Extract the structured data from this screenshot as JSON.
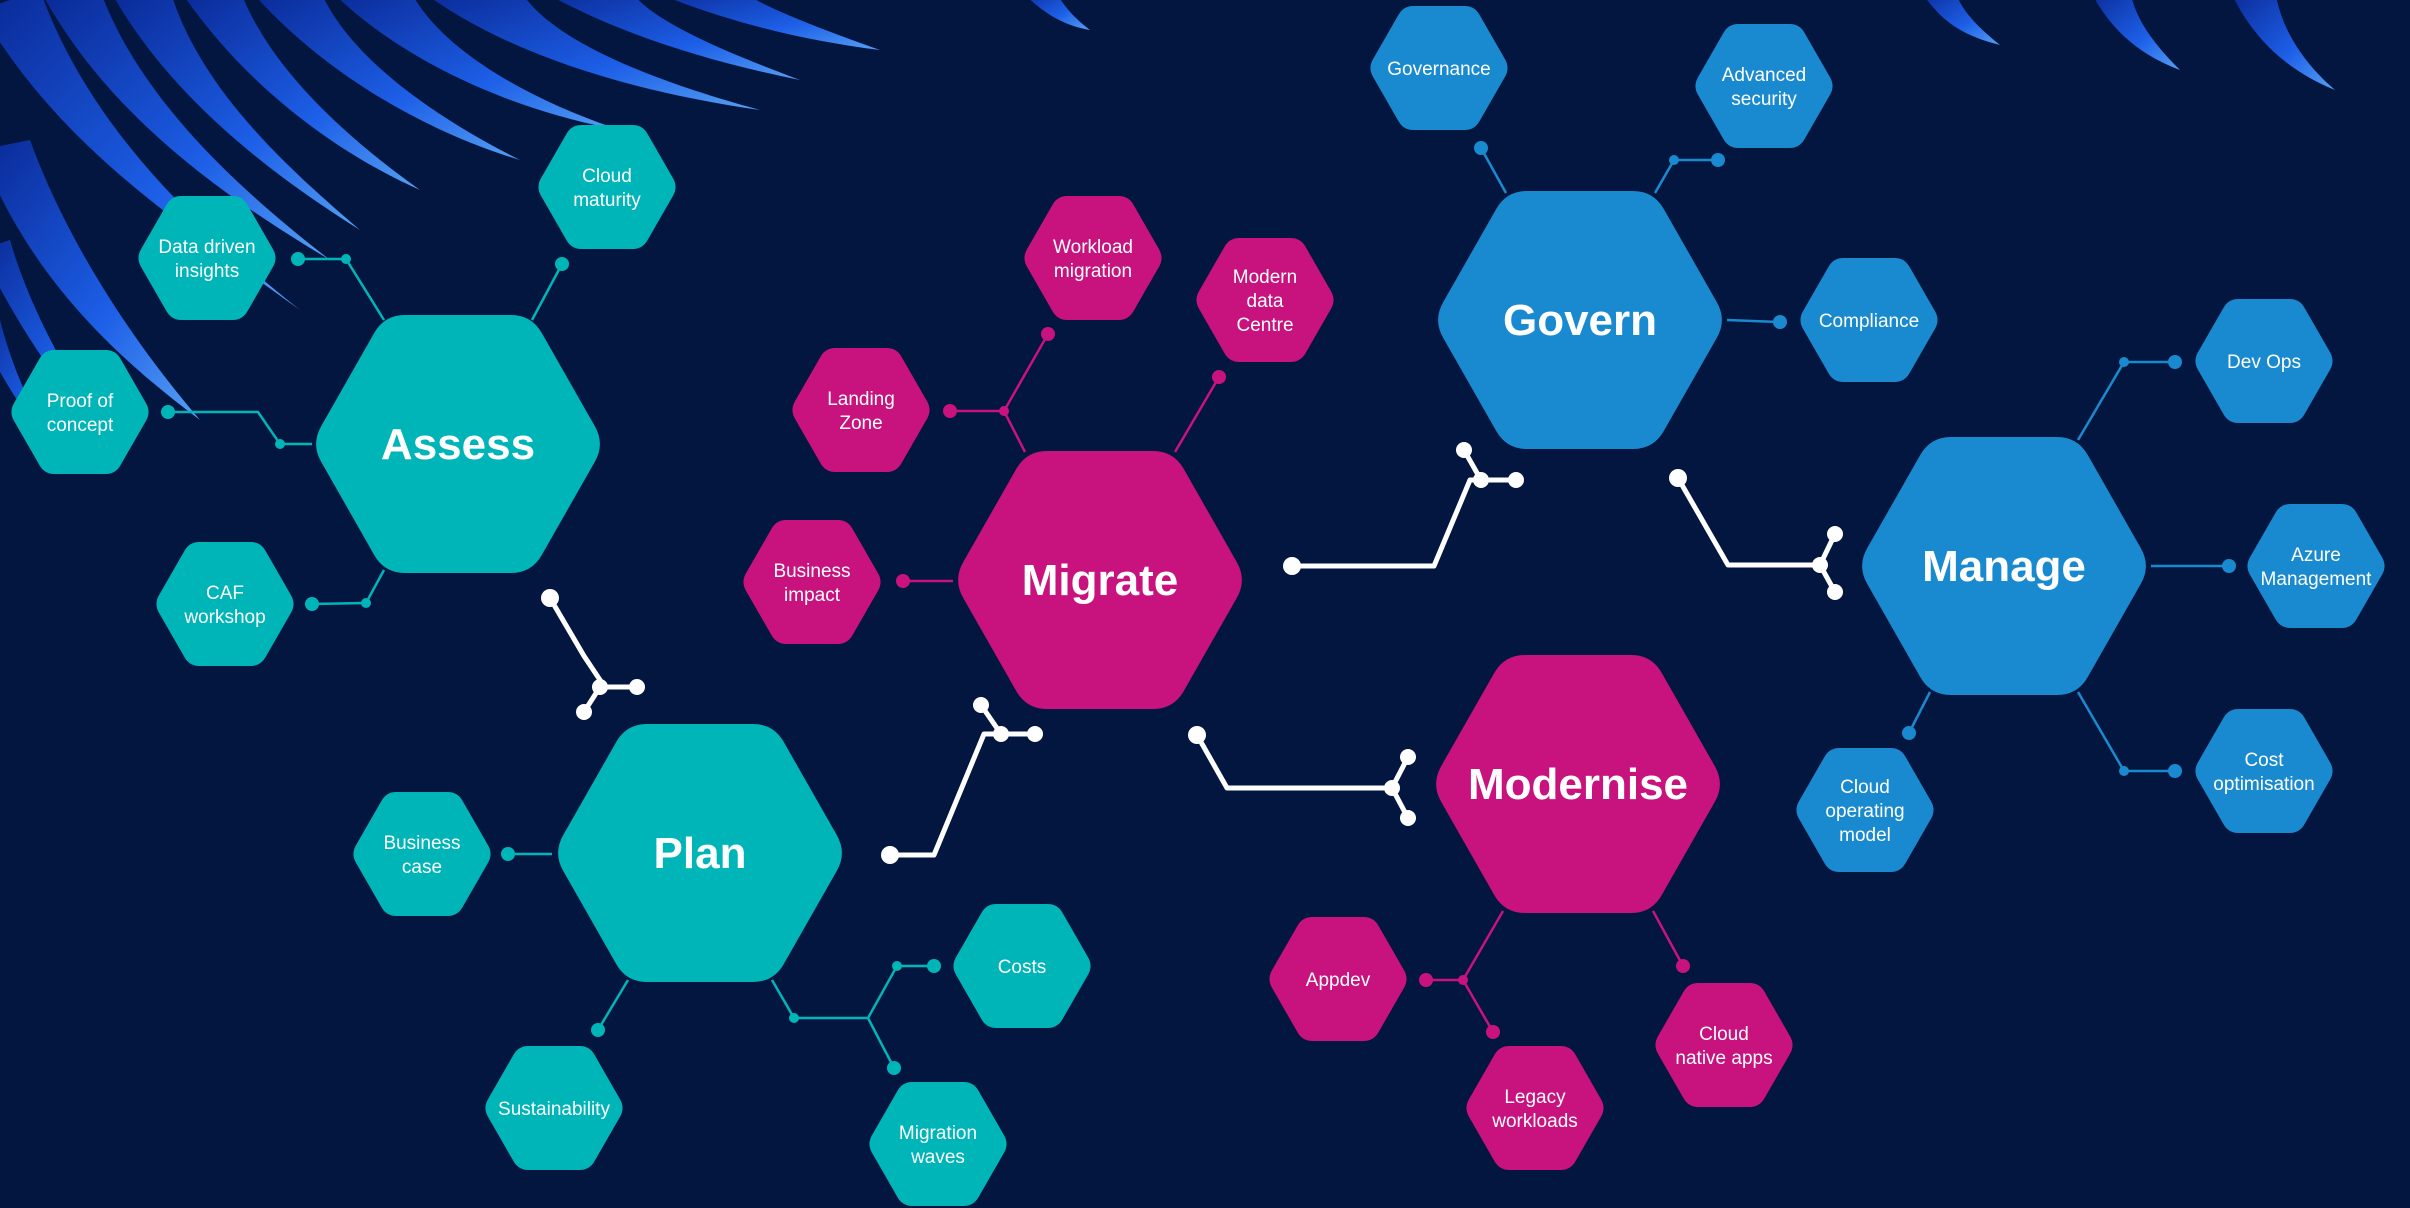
{
  "colors": {
    "background": "#02163f",
    "teal": "#00b5b8",
    "magenta": "#c8137f",
    "blue": "#1a8ad0",
    "connector": "#ffffff",
    "decor_blue": "#1d5fe8"
  },
  "diagram": {
    "main_nodes": [
      {
        "id": "assess",
        "label": "Assess",
        "color": "teal"
      },
      {
        "id": "plan",
        "label": "Plan",
        "color": "teal"
      },
      {
        "id": "migrate",
        "label": "Migrate",
        "color": "magenta"
      },
      {
        "id": "govern",
        "label": "Govern",
        "color": "blue"
      },
      {
        "id": "manage",
        "label": "Manage",
        "color": "blue"
      },
      {
        "id": "modernise",
        "label": "Modernise",
        "color": "magenta"
      }
    ],
    "sub_nodes": {
      "data_driven_insights": [
        "Data driven",
        "insights"
      ],
      "cloud_maturity": [
        "Cloud",
        "maturity"
      ],
      "proof_of_concept": [
        "Proof of",
        "concept"
      ],
      "caf_workshop": [
        "CAF",
        "workshop"
      ],
      "business_case": [
        "Business",
        "case"
      ],
      "sustainability": [
        "Sustainability"
      ],
      "costs": [
        "Costs"
      ],
      "migration_waves": [
        "Migration",
        "waves"
      ],
      "workload_migration": [
        "Workload",
        "migration"
      ],
      "modern_data_centre": [
        "Modern",
        "data",
        "Centre"
      ],
      "landing_zone": [
        "Landing",
        "Zone"
      ],
      "business_impact": [
        "Business",
        "impact"
      ],
      "governance": [
        "Governance"
      ],
      "advanced_security": [
        "Advanced",
        "security"
      ],
      "compliance": [
        "Compliance"
      ],
      "dev_ops": [
        "Dev Ops"
      ],
      "azure_management": [
        "Azure",
        "Management"
      ],
      "cost_optimisation": [
        "Cost",
        "optimisation"
      ],
      "cloud_operating_model": [
        "Cloud",
        "operating",
        "model"
      ],
      "appdev": [
        "Appdev"
      ],
      "legacy_workloads": [
        "Legacy",
        "workloads"
      ],
      "cloud_native_apps": [
        "Cloud",
        "native apps"
      ]
    }
  }
}
